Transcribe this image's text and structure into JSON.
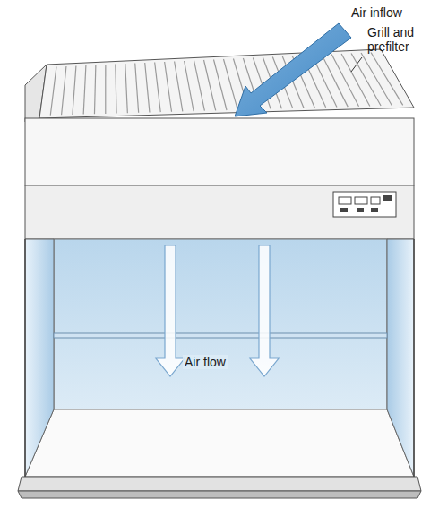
{
  "diagram": {
    "labels": [
      "Air inflow",
      "Grill and prefilter",
      "Air flow"
    ]
  }
}
